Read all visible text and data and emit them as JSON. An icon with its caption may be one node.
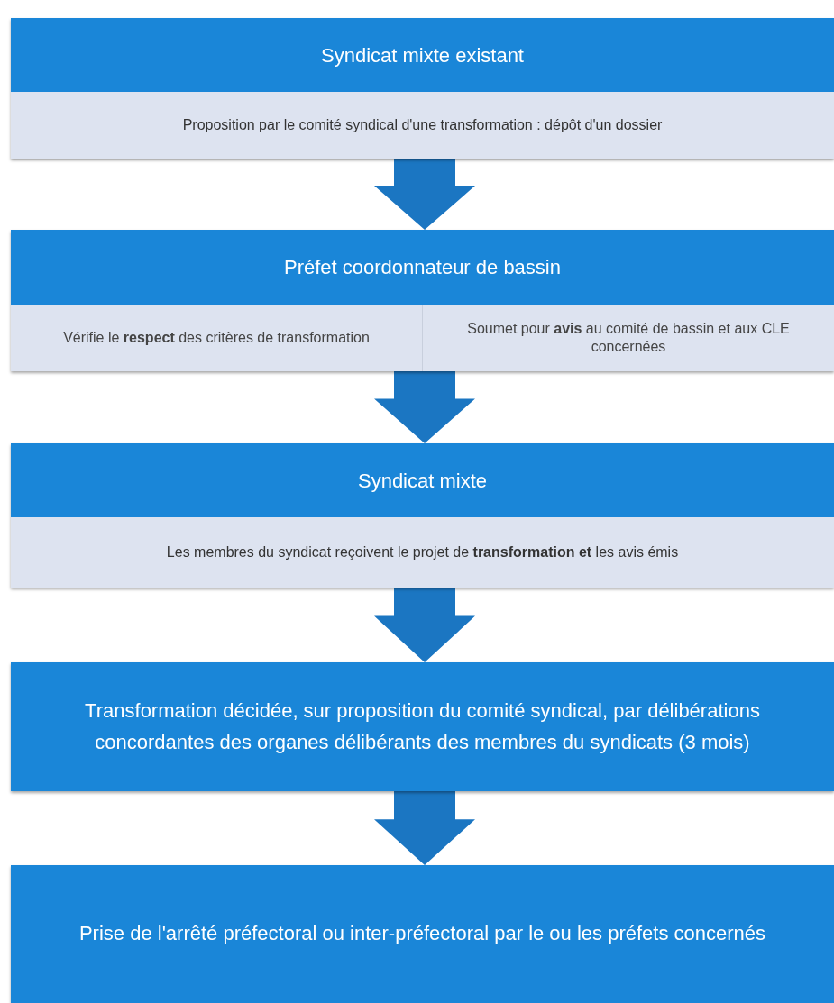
{
  "diagram": {
    "nodes": [
      {
        "text": [
          "Syndicat mixte existant",
          "Proposition par le comité syndical d'une transformation : dépôt d'un dossier"
        ]
      },
      {
        "text": [
          "Préfet coordonnateur de bassin"
        ]
      },
      {
        "text": [
          "Vérifie le **respect** des critères de transformation"
        ],
        "in": 1
      },
      {
        "text": [
          "Soumet pour **avis** au comité de bassin et aux CLE concernées"
        ],
        "in": 1
      },
      {
        "text": [
          "Syndicat mixte",
          "Les membres du syndicat reçoivent le projet de **transformation et** les avis émis"
        ]
      },
      {
        "text": [
          "Transformation décidée, sur proposition du comité syndical, par délibérations concordantes des organes délibérants des membres du syndicats (3 mois)"
        ]
      },
      {
        "text": [
          "Prise de l'arrêté préfectoral ou inter-préfectoral par le ou les préfets concernés"
        ]
      }
    ],
    "edges": [
      {
        "from": 0,
        "to": 1,
        "arrow": "to",
        "style": "thick"
      },
      {
        "from": 1,
        "to": 4,
        "arrow": "to",
        "style": "thick"
      },
      {
        "from": 4,
        "to": 5,
        "arrow": "to",
        "style": "thick"
      },
      {
        "from": 5,
        "to": 6,
        "arrow": "to",
        "style": "thick"
      }
    ]
  }
}
